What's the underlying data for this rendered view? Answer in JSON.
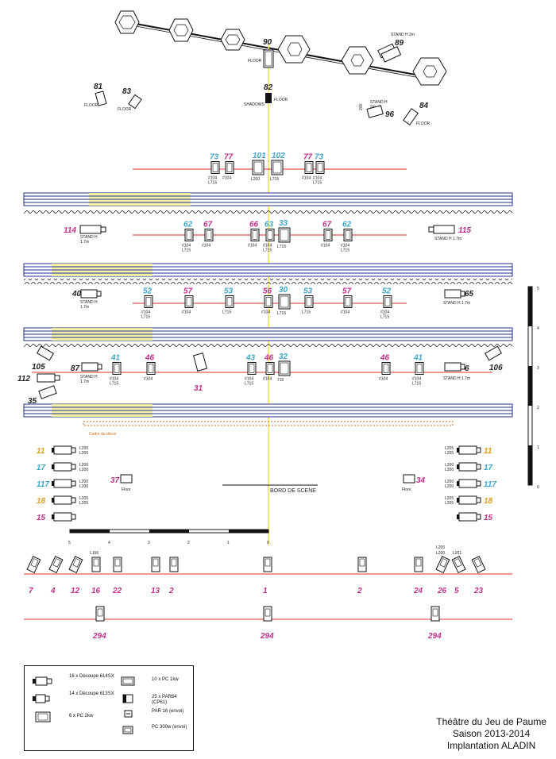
{
  "colors": {
    "magenta": "#c0308a",
    "cyan": "#3fa6c9",
    "orange": "#e0a01a",
    "red": "#e03030",
    "blue": "#1f2f8a",
    "yellow": "#f3ef92",
    "center": "#f2e64a"
  },
  "labels": {
    "floor": "FLOOR",
    "shadows": "SHADOWS",
    "stand_2m": "STAND H 2m",
    "stand_1_7": "STAND H 1.7m",
    "stand_h": "STAND H",
    "stand_1_7m": "1.7m",
    "stand_200": "200",
    "fixture_200": "2m",
    "cadre": "Cadre du décor",
    "bord": "BORD DE SCENE",
    "floor_small": "Floor"
  },
  "top": {
    "n90": "90",
    "n89": "89",
    "n81": "81",
    "n83": "83",
    "n82": "82",
    "n84": "84",
    "n96": "96"
  },
  "pipe1": {
    "items": [
      {
        "num": "73",
        "col": "cyan",
        "f": [
          "#104",
          "L715"
        ]
      },
      {
        "num": "77",
        "col": "magenta",
        "f": [
          "#104"
        ]
      },
      {
        "num": "101",
        "col": "cyan",
        "f": [
          "L200"
        ]
      },
      {
        "num": "102",
        "col": "cyan",
        "f": [
          "L715"
        ]
      },
      {
        "num": "77",
        "col": "magenta",
        "f": [
          "#104"
        ]
      },
      {
        "num": "73",
        "col": "cyan",
        "f": [
          "#104",
          "L715"
        ]
      }
    ]
  },
  "pipe2": {
    "left": "114",
    "right": "115",
    "stand": "STAND H",
    "stand2": "1.7m",
    "stand_r": "STAND H 1.7m",
    "items": [
      {
        "num": "62",
        "col": "cyan",
        "f": [
          "#104",
          "L715"
        ]
      },
      {
        "num": "67",
        "col": "magenta",
        "f": [
          "#104"
        ]
      },
      {
        "num": "66",
        "col": "magenta",
        "f": [
          "#104"
        ]
      },
      {
        "num": "63",
        "col": "cyan",
        "f": [
          "#104",
          "L715"
        ]
      },
      {
        "num": "33",
        "col": "cyan",
        "f": [
          "L715"
        ]
      },
      {
        "num": "67",
        "col": "magenta",
        "f": [
          "#104"
        ]
      },
      {
        "num": "62",
        "col": "cyan",
        "f": [
          "#104",
          "L715"
        ]
      }
    ]
  },
  "pipe3": {
    "left": "40",
    "right": "65",
    "stand": "STAND H",
    "stand2": "1.7m",
    "stand_r": "STAND H 1.7m",
    "items": [
      {
        "num": "52",
        "col": "cyan",
        "f": [
          "#104",
          "L715"
        ]
      },
      {
        "num": "57",
        "col": "magenta",
        "f": [
          "#104"
        ]
      },
      {
        "num": "53",
        "col": "cyan",
        "f": [
          "L715"
        ]
      },
      {
        "num": "56",
        "col": "magenta",
        "f": [
          "#104"
        ]
      },
      {
        "num": "30",
        "col": "cyan",
        "f": [
          "L715"
        ]
      },
      {
        "num": "53",
        "col": "cyan",
        "f": [
          "L715"
        ]
      },
      {
        "num": "57",
        "col": "magenta",
        "f": [
          "#104"
        ]
      },
      {
        "num": "52",
        "col": "cyan",
        "f": [
          "#104",
          "L715"
        ]
      }
    ]
  },
  "pipe4": {
    "side": [
      "105",
      "112",
      "35",
      "87",
      "31",
      "6",
      "106"
    ],
    "items": [
      {
        "num": "41",
        "col": "cyan",
        "f": [
          "#104",
          "L715"
        ]
      },
      {
        "num": "46",
        "col": "magenta",
        "f": [
          "#104"
        ]
      },
      {
        "num": "43",
        "col": "cyan",
        "f": [
          "#104",
          "L715"
        ]
      },
      {
        "num": "46",
        "col": "magenta",
        "f": [
          "#104"
        ]
      },
      {
        "num": "32",
        "col": "cyan",
        "f": [
          "715"
        ]
      },
      {
        "num": "46",
        "col": "magenta",
        "f": [
          "#104"
        ]
      },
      {
        "num": "41",
        "col": "cyan",
        "f": [
          "#104",
          "L715"
        ]
      }
    ]
  },
  "side_rows": [
    {
      "num": "11",
      "col": "orange",
      "f": [
        "L205",
        "L205"
      ]
    },
    {
      "num": "17",
      "col": "cyan",
      "f": [
        "L200",
        "L200"
      ]
    },
    {
      "num": "117",
      "col": "cyan",
      "f": [
        "L200",
        "L200"
      ]
    },
    {
      "num": "18",
      "col": "orange",
      "f": [
        "L205",
        "L205"
      ]
    },
    {
      "num": "15",
      "col": "magenta",
      "f": []
    }
  ],
  "floor_units": {
    "left": "37",
    "right": "34"
  },
  "scale": {
    "labels": [
      "5",
      "4",
      "3",
      "2",
      "1",
      "0"
    ]
  },
  "vscale": {
    "labels": [
      "5",
      "4",
      "3",
      "2",
      "1",
      "0"
    ]
  },
  "front": {
    "items": [
      {
        "num": "7",
        "f": ""
      },
      {
        "num": "4",
        "f": ""
      },
      {
        "num": "12",
        "f": ""
      },
      {
        "num": "16",
        "f": "L156"
      },
      {
        "num": "22",
        "f": ""
      },
      {
        "num": "13",
        "f": ""
      },
      {
        "num": "2",
        "f": ""
      },
      {
        "num": "1",
        "f": ""
      },
      {
        "num": "2",
        "f": ""
      },
      {
        "num": "24",
        "f": ""
      },
      {
        "num": "26",
        "f": "L200 L200"
      },
      {
        "num": "5",
        "f": "L201"
      },
      {
        "num": "23",
        "f": ""
      }
    ],
    "back": [
      "294",
      "294",
      "294"
    ]
  },
  "legend": {
    "items": [
      "16 x Découpe 614SX",
      "14 x Découpe 613SX",
      "6 x PC 2kw",
      "10 x PC 1kw",
      "25 x PAR64 (CP61)",
      "PAR 16 (envoi)",
      "PC 300w (envoi)"
    ]
  },
  "credits": {
    "line1": "Théâtre du Jeu de Paume",
    "line2": "Saison 2013-2014",
    "line3": "Implantation ALADIN"
  }
}
